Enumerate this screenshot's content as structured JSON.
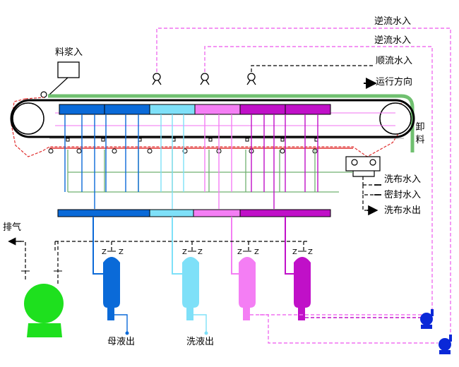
{
  "labels": {
    "feed_in": "料浆入",
    "counter_flow_in_1": "逆流水入",
    "counter_flow_in_2": "逆流水入",
    "co_flow_in": "顺流水入",
    "direction": "运行方向",
    "discharge": "卸料",
    "cloth_wash_in": "洗布水入",
    "seal_water_in": "密封水入",
    "cloth_wash_out": "洗布水出",
    "exhaust": "排气",
    "mother_liquor_out": "母液出",
    "wash_liquor_out": "洗液出"
  },
  "colors": {
    "zone_dark_blue": "#0a6ad8",
    "zone_light_blue": "#7ee0f8",
    "zone_pink": "#f47ef4",
    "zone_purple": "#c010c8",
    "vacuum_pump": "#1ee01e",
    "wash_pump": "#0a28d8",
    "green_pipe": "#70b070",
    "red_cloth": "#e03030",
    "magenta_dashed": "#f070f0"
  }
}
